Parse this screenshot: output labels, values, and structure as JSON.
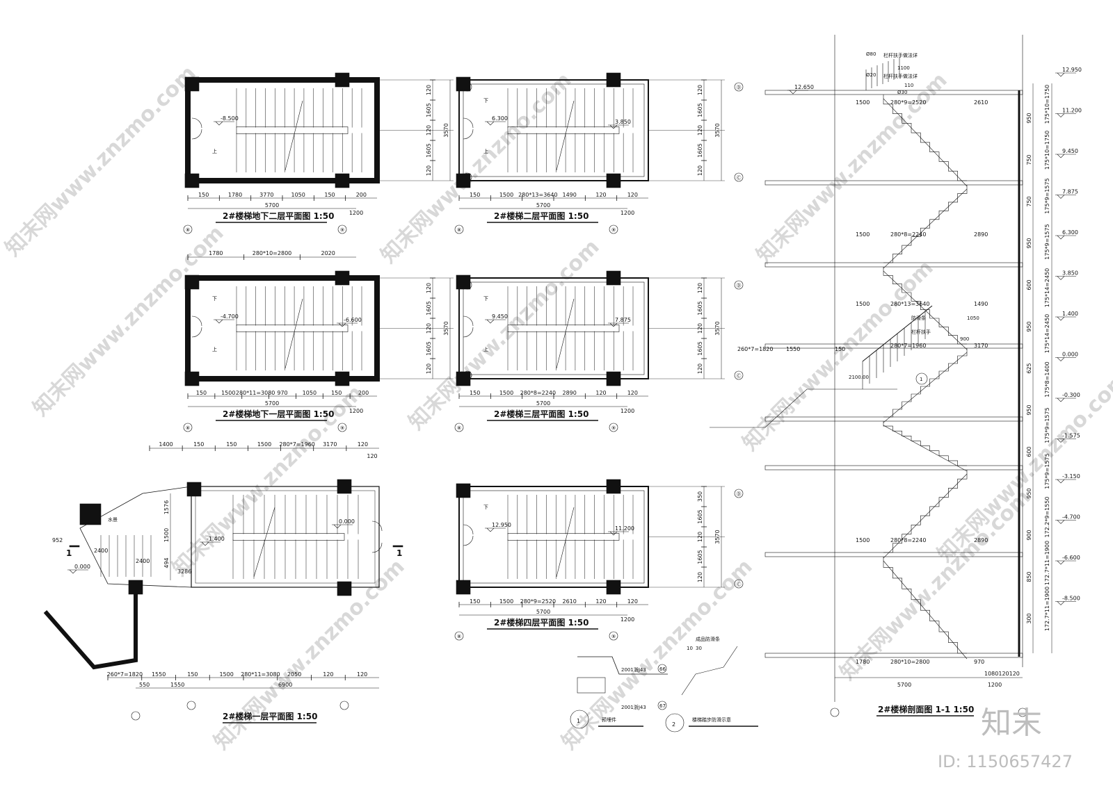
{
  "plans": [
    {
      "id": "b2",
      "title": "2#楼梯地下二层平面图 1:50",
      "level_a": "-8.500",
      "level_b": "",
      "dims_bottom": [
        "150",
        "1780",
        "3770",
        "1050",
        "150",
        "200"
      ],
      "total": "5700",
      "sub": "1200",
      "dims_top": [],
      "side": [
        "120",
        "1605",
        "120",
        "1605",
        "120"
      ],
      "side_total": "3570",
      "up": "上",
      "down": ""
    },
    {
      "id": "b1",
      "title": "2#楼梯地下一层平面图 1:50",
      "level_a": "-4.700",
      "level_b": "-6.600",
      "dims_bottom": [
        "150",
        "1500",
        "280*11=3080",
        "970",
        "1050",
        "150",
        "200"
      ],
      "total": "5700",
      "sub": "1200",
      "dims_top": [
        "1780",
        "280*10=2800",
        "2020"
      ],
      "side": [
        "120",
        "1605",
        "120",
        "1605",
        "120"
      ],
      "side_total": "3570",
      "up": "上",
      "down": "下"
    },
    {
      "id": "f2",
      "title": "2#楼梯二层平面图 1:50",
      "level_a": "6.300",
      "level_b": "3.850",
      "dims_bottom": [
        "150",
        "1500",
        "280*13=3640",
        "1490",
        "120",
        "120"
      ],
      "total": "5700",
      "sub": "1200",
      "dims_top": [],
      "side": [
        "120",
        "1605",
        "120",
        "1605",
        "120"
      ],
      "side_total": "3570",
      "up": "上",
      "down": "下"
    },
    {
      "id": "f3",
      "title": "2#楼梯三层平面图 1:50",
      "level_a": "9.450",
      "level_b": "7.875",
      "dims_bottom": [
        "150",
        "1500",
        "280*8=2240",
        "2890",
        "120",
        "120"
      ],
      "total": "5700",
      "sub": "1200",
      "dims_top": [],
      "side": [
        "120",
        "1605",
        "120",
        "1605",
        "120"
      ],
      "side_total": "3570",
      "up": "上",
      "down": "下"
    },
    {
      "id": "f4",
      "title": "2#楼梯四层平面图 1:50",
      "level_a": "12.950",
      "level_b": "11.200",
      "dims_bottom": [
        "150",
        "1500",
        "280*9=2520",
        "2610",
        "120",
        "120"
      ],
      "total": "5700",
      "sub": "1200",
      "dims_top": [],
      "side": [
        "350",
        "1605",
        "120",
        "1605",
        "120"
      ],
      "side_total": "3570",
      "up": "",
      "down": "下"
    }
  ],
  "ground_plan": {
    "title": "2#楼梯一层平面图 1:50",
    "top_dims": [
      "1400",
      "150",
      "150",
      "1500",
      "280*7=1960",
      "3170",
      "120"
    ],
    "top_sub": "120",
    "bottom_dims": [
      "260*7=1820",
      "1550",
      "150",
      "1500",
      "280*11=3080",
      "2050",
      "120",
      "120"
    ],
    "bottom_dims2": [
      "550",
      "1550",
      "6900"
    ],
    "levels": [
      "0.000",
      "-1.400",
      "0.000"
    ],
    "room": "水景",
    "left_dims": [
      "1576",
      "1500",
      "494"
    ],
    "diag": [
      "952",
      "2400",
      "2400",
      "3286"
    ],
    "section_mark": "1"
  },
  "section": {
    "title": "2#楼梯剖面图 1-1 1:50",
    "levels": [
      "12.950",
      "11.200",
      "9.450",
      "7.875",
      "6.300",
      "3.850",
      "1.400",
      "0.000",
      "-0.300",
      "-1.575",
      "-3.150",
      "-4.700",
      "-6.600",
      "-8.500"
    ],
    "right_dims": [
      "175*10=1750",
      "175*10=1750",
      "175*9=1575",
      "175*9=1575",
      "175*14=2450",
      "175*14=2450",
      "175*8=1400",
      "175*9=1575",
      "175*9=1575",
      "172.2*9=1550",
      "172.7*11=1900",
      "172.7*11=1900"
    ],
    "right_dims2": [
      "950",
      "750",
      "750",
      "950",
      "600",
      "950",
      "625",
      "950",
      "600",
      "950",
      "900",
      "850",
      "300"
    ],
    "runs": [
      "280*9=2520",
      "280*8=2240",
      "280*13=3640",
      "280*7=1960",
      "280*8=2240",
      "280*10=2800"
    ],
    "runs_left": [
      "1500",
      "1500",
      "1500",
      "1500",
      "1780"
    ],
    "runs_right": [
      "2610",
      "2890",
      "1490",
      "3170",
      "2890",
      "970"
    ],
    "left_extra": [
      "260*7=1820",
      "1550",
      "150"
    ],
    "bottom": [
      "5700",
      "1200",
      "1080",
      "120",
      "120"
    ],
    "top_level": "12.650",
    "rail_notes": [
      "Ø80",
      "Ø20",
      "Ø30",
      "110",
      "1050",
      "1100",
      "900",
      "2100.00"
    ],
    "rail_text": [
      "栏杆扶手做法详",
      "栏杆扶手做法详",
      "防滑条",
      "栏杆扶手"
    ],
    "mark": "1"
  },
  "details": [
    {
      "no": "1",
      "label": "预埋件",
      "refs": [
        "2001浙J43",
        "2001浙J43"
      ],
      "codes": [
        "66",
        "67"
      ]
    },
    {
      "no": "2",
      "label": "楼梯踏步防滑示意",
      "note": "成品防滑条",
      "dim": "10",
      "dim2": "30"
    }
  ],
  "axis_labels": [
    "⑧",
    "⑨",
    "⑩",
    "⑪",
    "⑫",
    "⑬",
    "⑭",
    "⑮",
    "Ⓐ",
    "Ⓑ",
    "Ⓒ",
    "Ⓓ"
  ],
  "watermark": "知末网www.znzmo.com",
  "brand": "知末",
  "image_id": "ID: 1150657427"
}
